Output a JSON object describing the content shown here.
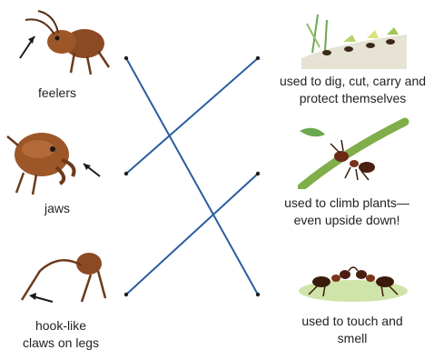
{
  "left_items": [
    {
      "label": "feelers",
      "icon": "ant-head-feelers-icon"
    },
    {
      "label": "jaws",
      "icon": "ant-head-jaws-icon"
    },
    {
      "label": "hook-like claws on legs",
      "icon": "ant-leg-claw-icon"
    }
  ],
  "right_items": [
    {
      "label": "used to dig, cut, carry and protect themselves",
      "icon": "ants-carrying-leaves-icon"
    },
    {
      "label": "used to climb plants— even upside down!",
      "icon": "ant-on-stem-icon"
    },
    {
      "label": "used to touch and smell",
      "icon": "ants-touching-icon"
    }
  ],
  "connections": [
    {
      "from": "feelers",
      "to": "used to touch and smell"
    },
    {
      "from": "jaws",
      "to": "used to dig, cut, carry and protect themselves"
    },
    {
      "from": "hook-like claws on legs",
      "to": "used to climb plants— even upside down!"
    }
  ],
  "colors": {
    "line": "#2a5d9f",
    "ant_body": "#8b4a24",
    "leaf": "#6aa84f"
  }
}
